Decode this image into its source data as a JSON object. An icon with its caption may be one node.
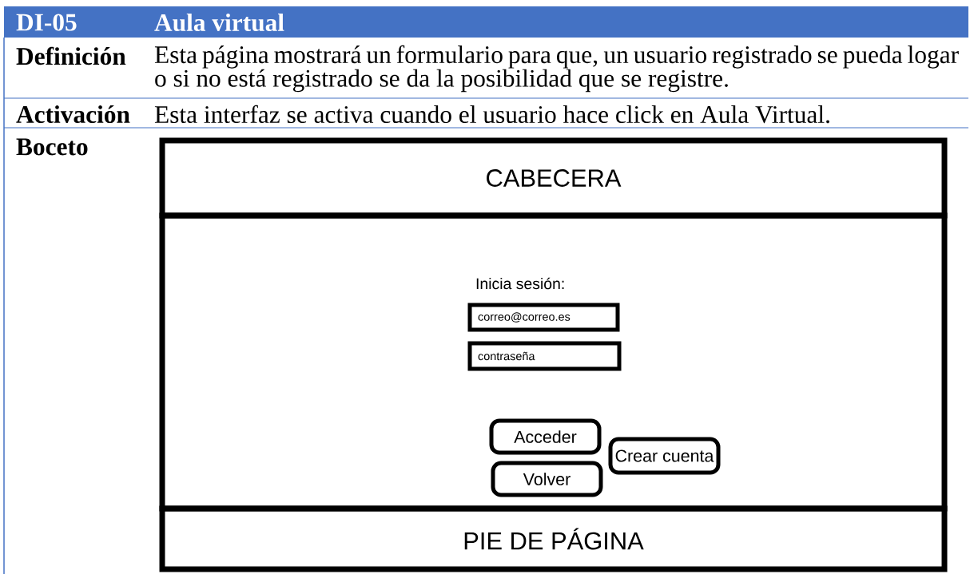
{
  "diagram": {
    "nodes": [
      {
        "text": [
          "CABECERA"
        ]
      },
      {
        "text": [
          "Inicia sesión:"
        ]
      },
      {
        "text": [
          "correo@correo.es"
        ],
        "in": 1
      },
      {
        "text": [
          "contraseña"
        ],
        "in": 1
      },
      {
        "text": [
          "Acceder"
        ],
        "in": 1
      },
      {
        "text": [
          "Crear cuenta"
        ],
        "in": 1
      },
      {
        "text": [
          "Volver"
        ],
        "in": 1
      },
      {
        "text": [
          "PIE DE PÁGINA"
        ]
      }
    ],
    "labels": [
      "DI-05",
      "Aula virtual",
      "Definición",
      "Esta página mostrará un formulario para que, un usuario registrado se pueda logar o si no está registrado se da la posibilidad que se registre.",
      "Activación",
      "Esta interfaz se activa cuando el usuario hace click en Aula Virtual.",
      "Boceto"
    ]
  }
}
